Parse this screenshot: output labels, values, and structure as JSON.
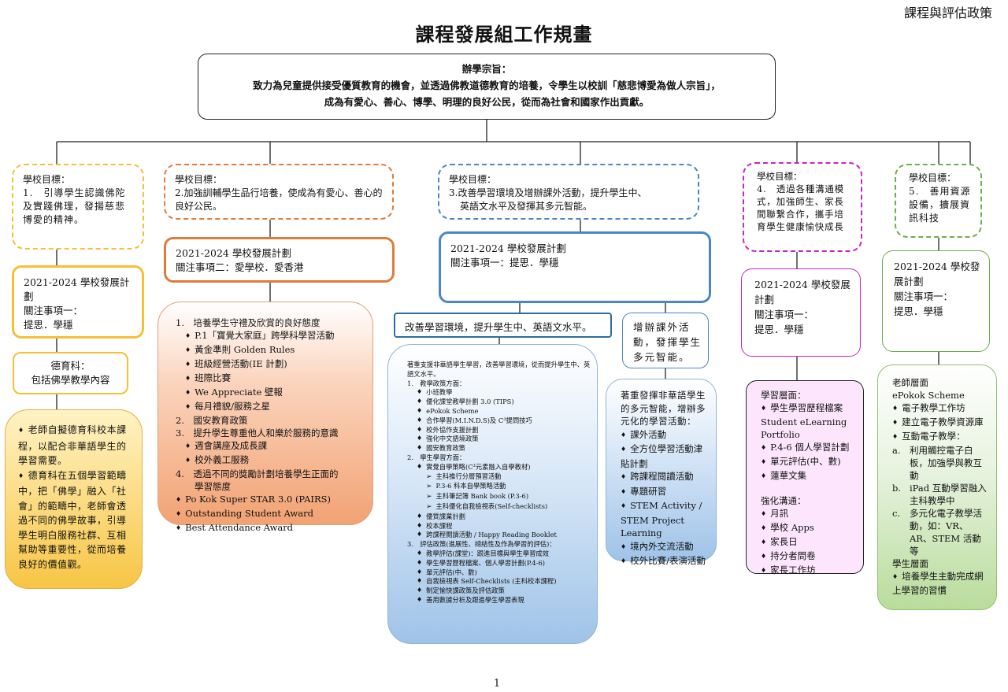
{
  "header": {
    "policy_label": "課程與評估政策",
    "title": "課程發展組工作規畫",
    "page_number": "1"
  },
  "mission": {
    "heading": "辦學宗旨：",
    "line1": "致力為兒童提供接受優質教育的機會，並透過佛教道德教育的培養，令學生以校訓「慈悲博愛為做人宗旨」，",
    "line2": "成為有愛心、善心、博學、明理的良好公民，從而為社會和國家作出貢獻。"
  },
  "colors": {
    "yellow": "#f5c033",
    "orange": "#e07b39",
    "blue": "#4a86c8",
    "magenta": "#c526c9",
    "green": "#6ab04c"
  },
  "col1": {
    "goal_heading": "學校目標：",
    "goal_text": "1.　引導學生認識佛陀及實踐佛理，發揚慈悲博愛的精神。",
    "plan_line1": "2021-2024 學校發展計劃",
    "plan_line2": "關注事項一：",
    "plan_line3": "提思．學穩",
    "subject_line1": "德育科：",
    "subject_line2": "包括佛學教學內容",
    "detail_items": [
      "老師自擬德育科校本課程，以配合非華語學生的學習需要。",
      "德育科在五個學習範疇中，把「佛學」融入「社會」的範疇中，老師會透過不同的佛學故事，引導學生明白服務社群、互相幫助等重要性，從而培養良好的價值觀。"
    ]
  },
  "col2": {
    "goal_heading": "學校目標：",
    "goal_text": "2.加強訓輔學生品行培養，使成為有愛心、善心的良好公民。",
    "plan_line1": "2021-2024 學校發展計劃",
    "plan_line2": "關注事項二：愛學校．愛香港",
    "item1": "1.　培養學生守禮及欣賞的良好態度",
    "item1_subs": [
      "P.1「寶覺大家庭」跨學科學習活動",
      "黃金準則 Golden Rules",
      "班級經營活動(IE 計劃)",
      "班際比賽",
      "We Appreciate 壁報",
      "每月禮貌/服務之星"
    ],
    "item2": "2.　國安教育政策",
    "item3": "3.　提升學生尊重他人和樂於服務的意識",
    "item3_subs": [
      "週會講座及成長課",
      "校外義工服務"
    ],
    "item4": "4.　透過不同的獎勵計劃培養學生正面的",
    "item4_cont": "學習態度",
    "awards": [
      "Po Kok Super STAR 3.0 (PAIRS)",
      "Outstanding Student Award",
      "Best Attendance Award"
    ]
  },
  "col3": {
    "goal_heading": "學校目標：",
    "goal_text1": "3.改善學習環境及增辦課外活動，提升學生中、",
    "goal_text2": "英語文水平及發揮其多元智能。",
    "plan_line1": "2021-2024 學校發展計劃",
    "plan_line2": "關注事項一：提思．學穩",
    "sub_a": "改善學習環境，提升學生中、英語文水平。",
    "sub_b": "增辦課外活動，發揮學生多元智能。",
    "detail_a": {
      "intro": "著重支援非華語學生學習，改善學習環境，從而提升學生中、英語文水平。",
      "s1": "1.　教學政策方面：",
      "s1_items": [
        "小班教學",
        "優化課堂教學計劃 3.0 (TIPS)",
        "ePokok Scheme",
        "合作學習(M.I.N.D.S)及 C³提問技巧",
        "校外協作支援計劃",
        "強化中文語境政策",
        "國安教育政策"
      ],
      "s2": "2.　學生學習方面：",
      "s2_first": "實覺自學策略(C³元素融入自學教材)",
      "s2_arrows": [
        "主科推行分層預習活動",
        "P.3-6 科本自學策略活動",
        "主科筆記簿 Bank book (P.3-6)",
        "主科優化自我檢視表(Self-checklists)"
      ],
      "s2_rest": [
        "優質課業計劃",
        "校本課程",
        "跨課程閱讀活動 / Happy Reading Booklet"
      ],
      "s3": "3.　評估政策(進展性、總結性及作為學習的評估)：",
      "s3_items": [
        "教學評估(課堂)：跟進目標與學生學習成效",
        "學生學習歷程檔案、個人學習計劃(P.4-6)",
        "單元評估(中、數)",
        "自我檢視表 Self-Checklists (主科校本課程)",
        "制定愉快課政策及評估政策",
        "善用數據分析及跟進學生學習表現"
      ]
    },
    "detail_b": {
      "intro": "著重發揮非華語學生的多元智能，增辦多元化的學習活動：",
      "items": [
        "課外活動",
        "全方位學習活動津貼計劃",
        "跨課程閱讀活動",
        "專題研習",
        "STEM Activity / STEM Project Learning",
        "境內外交流活動",
        "校外比賽/表演活動"
      ]
    }
  },
  "col4": {
    "goal_heading": "學校目標：",
    "goal_text": "4.　透過各種溝通模式，加強師生、家長間聯繫合作，攜手培育學生健康愉快成長",
    "plan_line1": "2021-2024 學校發展計劃",
    "plan_line2": "關注事項一：",
    "plan_line3": "提思．學穩",
    "learning_heading": "學習層面：",
    "learning_items": [
      "學生學習歷程檔案 Student eLearning Portfolio",
      "P.4-6 個人學習計劃",
      "單元評估(中、數)",
      "蓮華文集"
    ],
    "comm_heading": "強化溝通：",
    "comm_items": [
      "月訊",
      "學校 Apps",
      "家長日",
      "持分者問卷",
      "家長工作坊"
    ]
  },
  "col5": {
    "goal_heading": "學校目標：",
    "goal_text": "5.　善用資源設備，擴展資訊科技",
    "plan_line1": "2021-2024 學校發展計劃",
    "plan_line2": "關注事項一：",
    "plan_line3": "提思．學穩",
    "teacher_heading": "老師層面",
    "scheme": "ePokok Scheme",
    "teacher_items": [
      "電子教學工作坊",
      "建立電子教學資源庫",
      "互動電子教學："
    ],
    "abc": [
      {
        "mark": "a.",
        "text": "利用觸控電子白板，加強學與教互動"
      },
      {
        "mark": "b.",
        "text": "iPad 互動學習融入主科教學中"
      },
      {
        "mark": "c.",
        "text": "多元化電子教學活動，如：VR、AR、STEM 活動等"
      }
    ],
    "student_heading": "學生層面",
    "student_items": [
      "培養學生主動完成網上學習的習慣"
    ]
  }
}
